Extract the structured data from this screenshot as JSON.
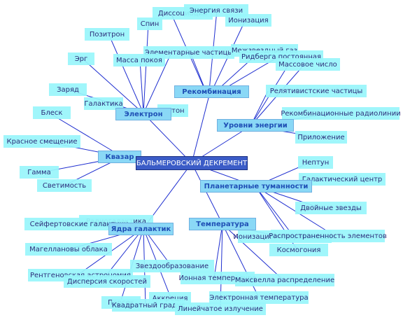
{
  "center": "БАЛЬМЕРОВСКИЙ ДЕКРЕМЕНТ",
  "branches": {
    "recombination": "Рекомбинация",
    "electron": "Электрон",
    "energy_levels": "Уровни энергии",
    "quasar": "Квазар",
    "planetary_nebula": "Планетарные туманности",
    "galactic_nucleus": "Ядра галактик",
    "temperature": "Температура"
  },
  "leaves": {
    "dissociation": "Диссоциация",
    "bond_energy": "Энергия связи",
    "ionization": "Ионизация",
    "spin": "Спин",
    "positron": "Позитрон",
    "elementary_particles": "Элементарные частицы",
    "interstellar_gas": "Межзвездный газ",
    "rydberg_constant": "Ридберга постоянная",
    "mass_number": "Массовое число",
    "erg": "Эрг",
    "rest_mass": "Масса покоя",
    "charge": "Заряд",
    "galaxy": "Галактика",
    "photon": "Фотон",
    "relativistic_particles": "Релятивистские частицы",
    "recombination_radio_lines": "Рекомбинационные радиолинии",
    "brightness": "Блеск",
    "application": "Приложение",
    "redshift": "Красное смещение",
    "neptune": "Нептун",
    "galactic_center": "Галактический центр",
    "gamma": "Гамма",
    "luminosity": "Светимость",
    "double_stars": "Двойные звезды",
    "radio_galaxy": "Радиогалактика",
    "seyfert_galaxies": "Сейфертовские галактики",
    "ionization_equilibrium": "Ионизационное равновесие",
    "element_abundance": "Распространенность элементов",
    "magellanic_clouds": "Магеллановы облака",
    "cosmogony": "Космогония",
    "star_formation": "Звездообразование",
    "xray_astronomy": "Рентгеновская астрономия",
    "velocity_dispersion": "Дисперсия скоростей",
    "ion_temperature": "Ионная температура",
    "maxwell_distribution": "Максвелла распределение",
    "parsec": "Парсек",
    "accretion": "Аккреция",
    "square_degree": "Квадратный градус",
    "electron_temperature": "Электронная температура",
    "linear_radiation": "Линейчатое излучение"
  },
  "colors": {
    "line": "#1f2fd0",
    "leaf_fill": "#99f6fb",
    "branch_fill": "#8ad8f6",
    "center_fill": "#3b5cc7"
  }
}
